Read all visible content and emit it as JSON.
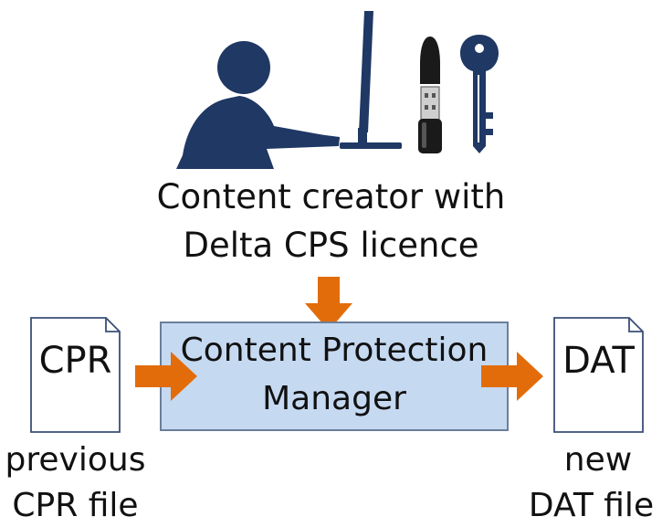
{
  "creator": {
    "label_line1": "Content creator with",
    "label_line2": "Delta CPS licence"
  },
  "manager": {
    "label_line1": "Content Protection",
    "label_line2": "Manager"
  },
  "input_file": {
    "tag": "CPR",
    "caption_line1": "previous",
    "caption_line2": "CPR file"
  },
  "output_file": {
    "tag": "DAT",
    "caption_line1": "new",
    "caption_line2": "DAT file"
  },
  "colors": {
    "figure_navy": "#1f3864",
    "arrow_orange": "#e36c0a",
    "box_fill": "#c5d9f1",
    "box_stroke": "#6b7f99",
    "doc_stroke": "#3a4f78"
  },
  "icons": [
    "person-at-computer-icon",
    "usb-dongle-icon",
    "key-icon",
    "document-icon",
    "arrow-icon"
  ]
}
